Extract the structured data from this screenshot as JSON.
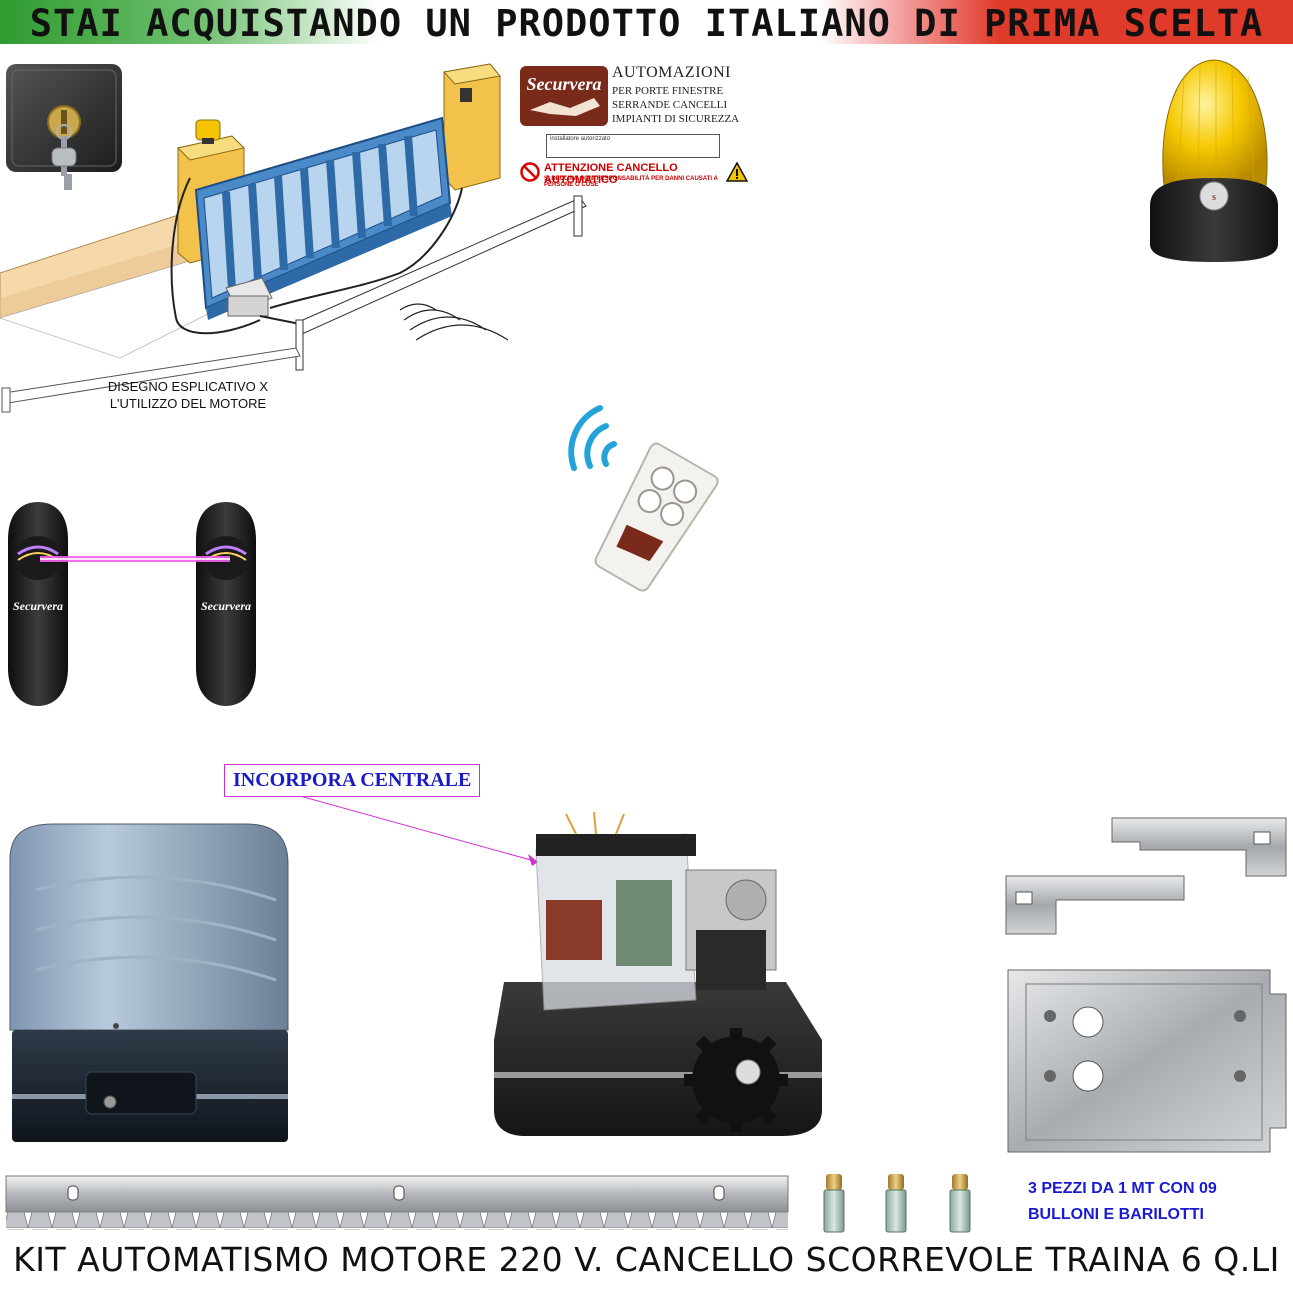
{
  "banner": {
    "text": "STAI ACQUISTANDO UN PRODOTTO ITALIANO DI PRIMA SCELTA"
  },
  "diagram": {
    "caption_line1": "DISEGNO ESPLICATIVO X",
    "caption_line2": "L'UTILIZZO DEL MOTORE"
  },
  "brand_sign": {
    "heading": "AUTOMAZIONI",
    "line1": "PER PORTE FINESTRE",
    "line2": "SERRANDE CANCELLI",
    "line3": "IMPIANTI DI SICUREZZA",
    "installer_label": "installatore autorizzato",
    "warning_title": "ATTENZIONE CANCELLO AUTOMATICO",
    "warning_sub": "SI DECLINA OGNI RESPONSABILITÀ PER DANNI CAUSATI A PERSONE O COSE"
  },
  "callout": {
    "text": "INCORPORA CENTRALE"
  },
  "rack_note": {
    "line1": "3 PEZZI DA 1 MT CON 09",
    "line2": "BULLONI E BARILOTTI"
  },
  "bottom": {
    "title": "KIT AUTOMATISMO MOTORE 220 V. CANCELLO SCORREVOLE TRAINA 6 Q.LI"
  },
  "colors": {
    "accent_green": "#2f9b2f",
    "accent_red": "#e03a2a",
    "callout_text": "#1a1ac8",
    "callout_border": "#d030d0",
    "note_blue": "#1a1ad0"
  },
  "icons": {
    "key_switch": "key-switch-icon",
    "flashing_light": "flashing-lamp-icon",
    "remote": "remote-control-icon",
    "photocell": "photocell-icon",
    "motor": "gear-motor-icon",
    "rack": "gear-rack-icon",
    "bracket": "mounting-bracket-icon",
    "plate": "base-plate-icon",
    "bolt": "bolt-icon"
  }
}
